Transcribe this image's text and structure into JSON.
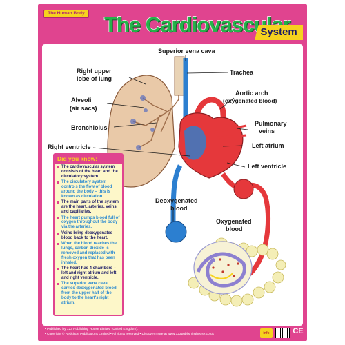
{
  "header": {
    "kicker": "The Human Body",
    "title": "The Cardiovascular",
    "subtitle": "System"
  },
  "labels": {
    "superior_vena_cava": "Superior vena cava",
    "trachea": "Trachea",
    "right_upper_lobe_1": "Right upper",
    "right_upper_lobe_2": "lobe of lung",
    "aortic_arch_1": "Aortic arch",
    "aortic_arch_2": "(oxygenated blood)",
    "alveoli_1": "Alveoli",
    "alveoli_2": "(air sacs)",
    "pulmonary_veins_1": "Pulmonary",
    "pulmonary_veins_2": "veins",
    "bronchiolus": "Bronchiolus",
    "left_atrium": "Left atrium",
    "right_ventricle": "Right ventricle",
    "left_ventricle": "Left ventricle",
    "deoxygenated_1": "Deoxygenated",
    "deoxygenated_2": "blood",
    "oxygenated_1": "Oxygenated",
    "oxygenated_2": "blood"
  },
  "did_you_know": {
    "title": "Did you know:",
    "facts": [
      "The cardiovascular system consists of the heart and the circulatory system.",
      "The circulatory system controls the flow of blood around the body – this is known as circulation.",
      "The main parts of the system are the heart, arteries, veins and capillaries.",
      "The heart pumps blood full of oxygen throughout the body via the arteries.",
      "Veins bring deoxygenated blood back to the heart.",
      "When the blood reaches the lungs, carbon dioxide is removed and replaced with fresh oxygen that has been inhaled.",
      "The heart has 4 chambers – left and right atrium and left and right ventricle.",
      "The superior vena cava carries deoxygenated blood from the upper half of the body to the heart's right atrium."
    ]
  },
  "footer": {
    "line1": "• Published by 123 Publishing House Limited (United Kingdom).",
    "line2": "• Copyright © Redcircle Publications Limited   • All rights reserved   • Discover more at www.123publishinghouse.co.uk",
    "logo": "info",
    "ce": "CE"
  },
  "colors": {
    "frame": "#e0448f",
    "title_green": "#25b34a",
    "accent_yellow": "#f6d31e",
    "artery_red": "#e5383b",
    "vein_blue": "#2c7fd0",
    "lung": "#e9c9a8"
  }
}
